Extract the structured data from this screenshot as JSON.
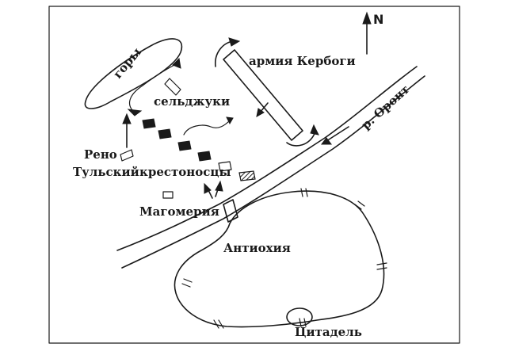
{
  "labels": {
    "north": "N",
    "mountains": "горы",
    "kerbogha_army": "армия Кербоги",
    "seljuks": "сельджуки",
    "orontes": "р. Оронт",
    "reno": "Рено",
    "tulsky": "Тульский",
    "crusaders": "крестоносцы",
    "magomeria": "Магомерия",
    "antioch": "Антиохия",
    "citadel": "Цитадель"
  },
  "colors": {
    "ink": "#1a1a1a",
    "paper": "#ffffff"
  }
}
